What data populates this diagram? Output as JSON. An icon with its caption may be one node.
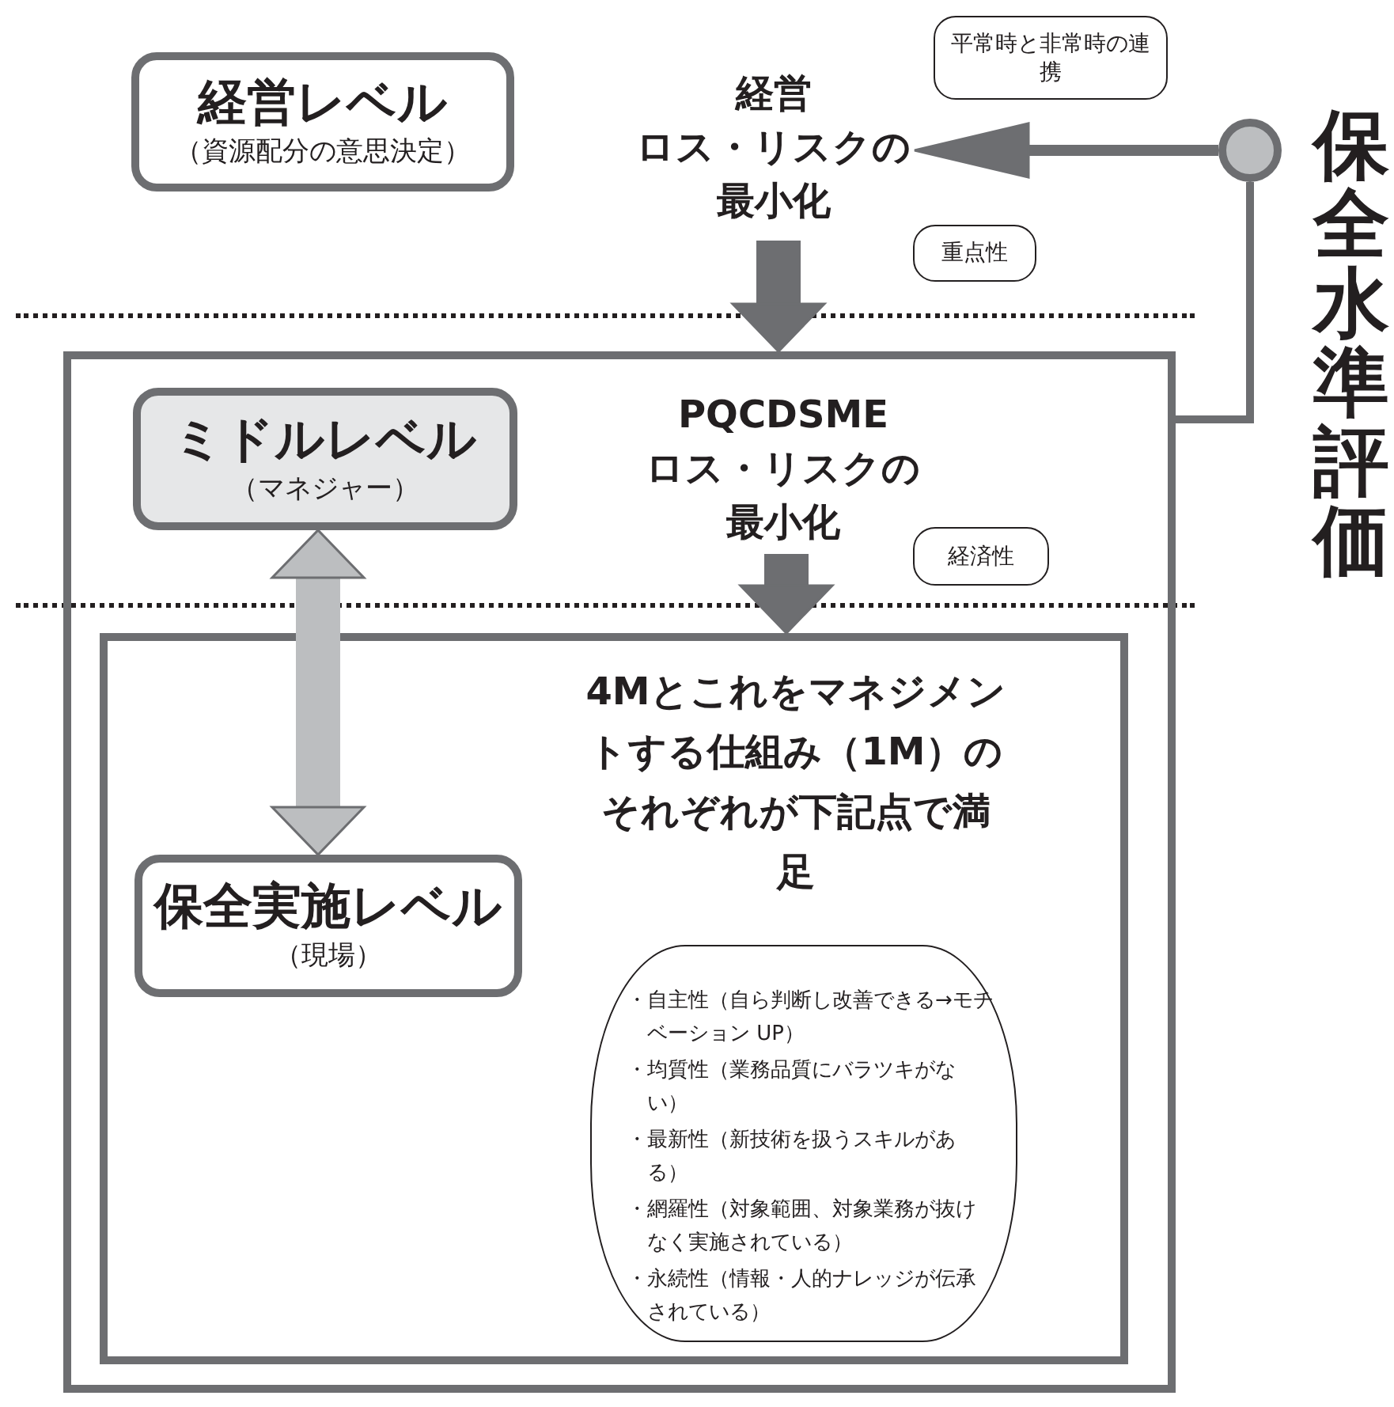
{
  "diagram": {
    "nodes": [
      {
        "text": [
          "経営レベル",
          "（資源配分の意思決定）"
        ]
      },
      {
        "text": [
          "経営",
          "ロス・リスクの最小化"
        ]
      },
      {
        "text": [
          "平常時と非常時の連携"
        ]
      },
      {
        "text": [
          "重点性"
        ]
      },
      {
        "text": [],
        "shape": "circle",
        "beside": [
          "保全水準評価"
        ]
      },
      {
        "text": [],
        "shape": "box"
      },
      {
        "text": [
          "ミドルレベル",
          "（マネジャー）"
        ],
        "in": 5
      },
      {
        "text": [
          "PQCDSME",
          "ロス・リスクの最小化"
        ],
        "in": 5
      },
      {
        "text": [
          "経済性"
        ],
        "in": 5
      },
      {
        "text": [],
        "shape": "box",
        "in": 5
      },
      {
        "text": [
          "4Mとこれをマネジメントする仕組み（1M）のそれぞれが下記点で満足"
        ],
        "in": 9
      },
      {
        "text": [
          "保全実施レベル",
          "（現場）"
        ],
        "in": 9
      },
      {
        "text": [
          "・自主性（自ら判断し改善できる→モチベーション UP）",
          "・均質性（業務品質にバラツキがない）",
          "・最新性（新技術を扱うスキルがある）",
          "・網羅性（対象範囲、対象業務が抜けなく実施されている）",
          "・永続性（情報・人的ナレッジが伝承されている）"
        ],
        "in": 9
      }
    ],
    "edges": [
      {
        "from": 4,
        "to": 1,
        "arrow": "to"
      },
      {
        "from": 4,
        "to": 5,
        "arrow": "none"
      },
      {
        "from": 1,
        "to": 5,
        "arrow": "to"
      },
      {
        "from": 7,
        "to": 9,
        "arrow": "to"
      },
      {
        "from": 6,
        "to": 11,
        "arrow": "both",
        "color": "#bcbec0"
      }
    ]
  }
}
